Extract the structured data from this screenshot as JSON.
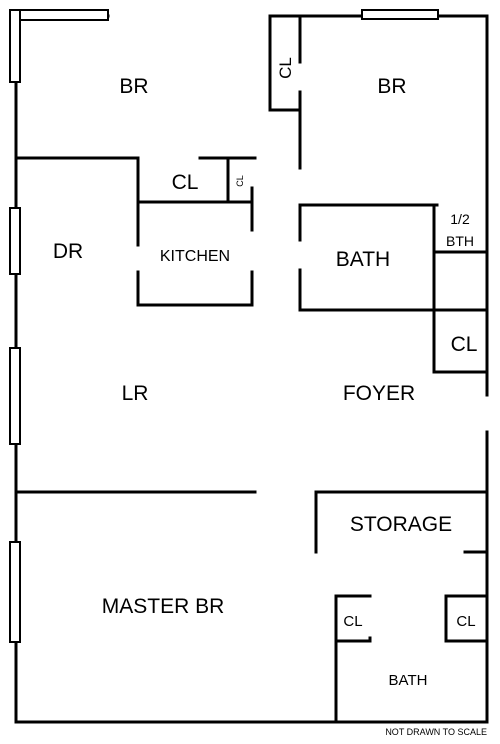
{
  "rooms": {
    "br_left": "BR",
    "cl_top": "CL",
    "br_right": "BR",
    "cl_kitchen": "CL",
    "cl_small": "CL",
    "dr": "DR",
    "kitchen": "KITCHEN",
    "bath": "BATH",
    "half_bath_line1": "1/2",
    "half_bath_line2": "BTH",
    "cl_foyer": "CL",
    "lr": "LR",
    "foyer": "FOYER",
    "storage": "STORAGE",
    "master_br": "MASTER BR",
    "cl_master_left": "CL",
    "cl_master_right": "CL",
    "bath_master": "BATH"
  },
  "note": "NOT DRAWN TO SCALE"
}
